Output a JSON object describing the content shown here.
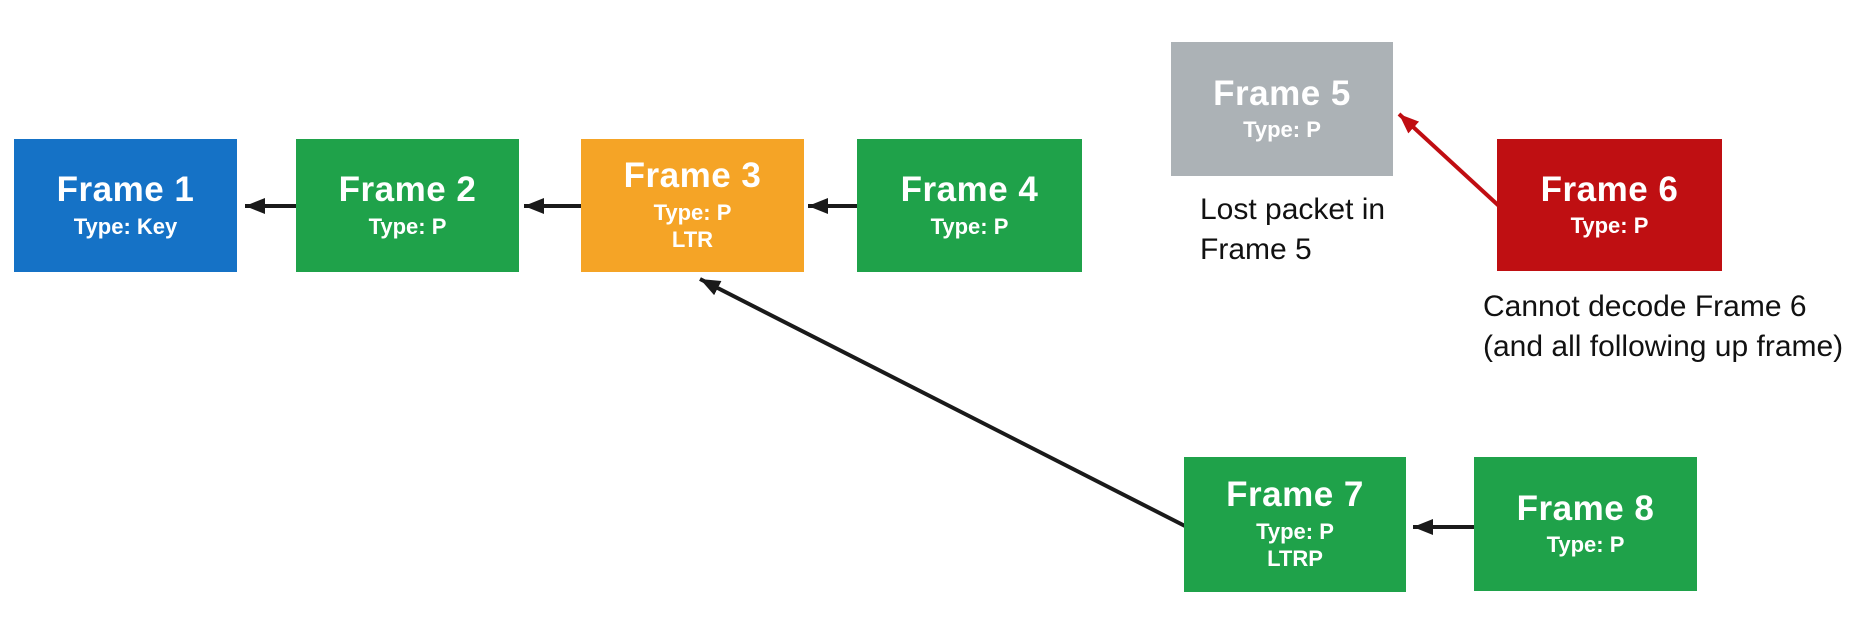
{
  "colors": {
    "key_frame": "#1572C6",
    "p_frame": "#1FA24A",
    "ltr_frame": "#F5A426",
    "lost_frame": "#ACB2B6",
    "error_frame": "#BF0F12",
    "arrow": "#1a1a1a",
    "error_arrow": "#C00D12",
    "text_on_frame": "#ffffff",
    "caption_text": "#111111"
  },
  "frames": [
    {
      "title": "Frame 1",
      "type": "Type: Key",
      "role": "key-frame"
    },
    {
      "title": "Frame 2",
      "type": "Type: P",
      "role": "p-frame"
    },
    {
      "title": "Frame 3",
      "type": "Type: P",
      "tag": "LTR",
      "role": "long-term-reference"
    },
    {
      "title": "Frame 4",
      "type": "Type: P",
      "role": "p-frame"
    },
    {
      "title": "Frame 5",
      "type": "Type: P",
      "role": "lost-frame"
    },
    {
      "title": "Frame 6",
      "type": "Type: P",
      "role": "undecodable-frame"
    },
    {
      "title": "Frame 7",
      "type": "Type: P",
      "tag": "LTRP",
      "role": "long-term-reference-p"
    },
    {
      "title": "Frame 8",
      "type": "Type: P",
      "role": "p-frame"
    }
  ],
  "captions": {
    "lost": {
      "line1": "Lost packet in",
      "line2": "Frame 5"
    },
    "decode": {
      "line1": "Cannot decode Frame 6",
      "line2": "(and all following up frame)"
    }
  },
  "edges": [
    {
      "from": "Frame 2",
      "to": "Frame 1",
      "style": "normal"
    },
    {
      "from": "Frame 3",
      "to": "Frame 2",
      "style": "normal"
    },
    {
      "from": "Frame 4",
      "to": "Frame 3",
      "style": "normal"
    },
    {
      "from": "Frame 6",
      "to": "Frame 5",
      "style": "error"
    },
    {
      "from": "Frame 7",
      "to": "Frame 3",
      "style": "normal"
    },
    {
      "from": "Frame 8",
      "to": "Frame 7",
      "style": "normal"
    }
  ]
}
